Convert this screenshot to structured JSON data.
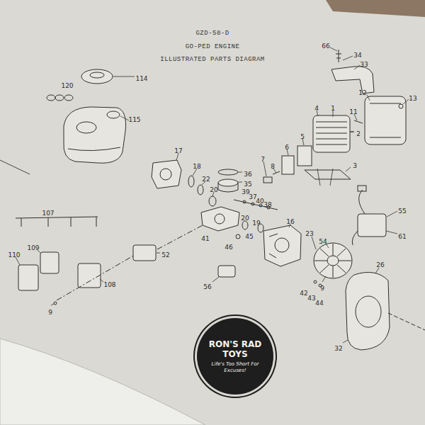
{
  "diagram": {
    "title": "GZD-58-D",
    "nodes": [
      {
        "text": [
          "RON'S RAD TOYS",
          "Life's Too Short For Excuses!"
        ]
      }
    ],
    "labels": [
      "GO-PED ENGINE",
      "ILLUSTRATED PARTS DIAGRAM",
      "66",
      "34",
      "33",
      "114",
      "120",
      "115",
      "12",
      "13",
      "4",
      "1",
      "11",
      "2",
      "5",
      "6",
      "3",
      "7",
      "8",
      "17",
      "18",
      "22",
      "36",
      "35",
      "39",
      "37",
      "40",
      "38",
      "20",
      "45",
      "20",
      "19",
      "41",
      "46",
      "16",
      "23",
      "54",
      "55",
      "61",
      "52",
      "56",
      "107",
      "110",
      "109",
      "108",
      "9",
      "42",
      "43",
      "44",
      "9",
      "26",
      "32"
    ]
  }
}
